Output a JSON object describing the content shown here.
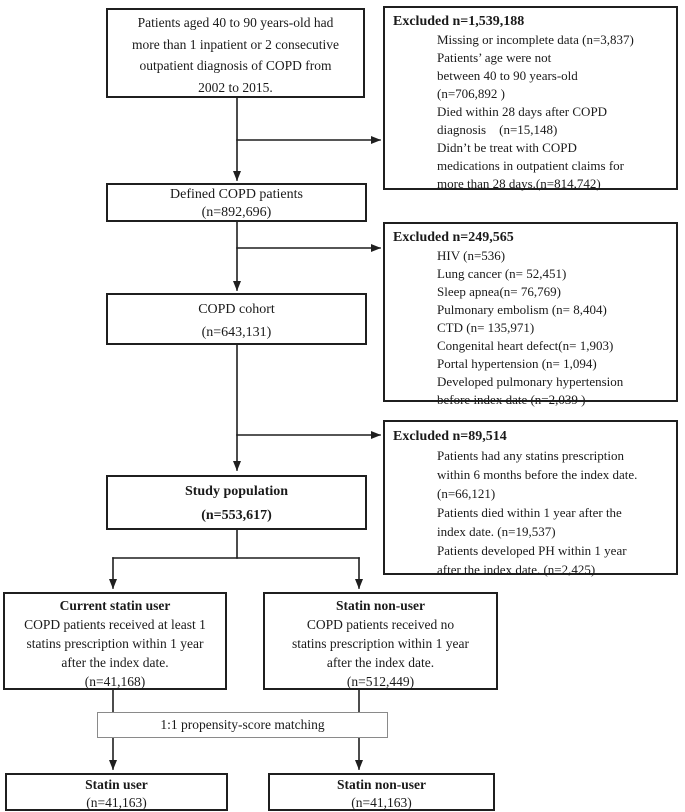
{
  "boxes": {
    "eligibility": {
      "lines": [
        "Patients aged 40 to 90 years-old had",
        "more than 1 inpatient or 2 consecutive",
        "outpatient diagnosis of COPD from",
        "2002 to 2015."
      ]
    },
    "defined": {
      "lines": [
        "Defined COPD patients",
        "(n=892,696)"
      ]
    },
    "cohort": {
      "lines": [
        "COPD cohort",
        "(n=643,131)"
      ]
    },
    "study": {
      "lines": [
        "Study population",
        "(n=553,617)"
      ]
    },
    "current_statin_user": {
      "title": "Current statin user",
      "lines": [
        "COPD patients received at least 1",
        "statins prescription within 1 year",
        "after the index date.",
        "(n=41,168)"
      ]
    },
    "statin_non_user": {
      "title": "Statin non-user",
      "lines": [
        "COPD patients received no",
        "statins prescription within 1 year",
        "after the index date.",
        "(n=512,449)"
      ]
    },
    "matching": {
      "label": "1:1 propensity-score matching"
    },
    "statin_user_final": {
      "title": "Statin user",
      "n": "(n=41,163)"
    },
    "statin_non_user_final": {
      "title": "Statin non-user",
      "n": "(n=41,163)"
    }
  },
  "excluded": {
    "step1": {
      "header": "Excluded n=1,539,188",
      "lines": [
        "Missing or incomplete data (n=3,837)",
        "Patients’ age were not",
        "between 40 to 90 years-old",
        "(n=706,892 )",
        "Died within 28 days after COPD",
        "diagnosis    (n=15,148)",
        "Didn’t be treat with COPD",
        "medications in outpatient claims for",
        "more than 28 days.(n=814,742)"
      ]
    },
    "step2": {
      "header": "Excluded n=249,565",
      "lines": [
        "HIV (n=536)",
        "Lung cancer (n= 52,451)",
        "Sleep apnea(n= 76,769)",
        "Pulmonary embolism (n= 8,404)",
        "CTD (n= 135,971)",
        "Congenital heart defect(n= 1,903)",
        "Portal hypertension (n= 1,094)",
        "Developed pulmonary hypertension",
        "before index date (n=2,039 )"
      ]
    },
    "step3": {
      "header": "Excluded n=89,514",
      "lines": [
        "Patients had any statins prescription",
        "within 6 months before the index date.",
        "(n=66,121)",
        "Patients died within 1 year after the",
        "index date. (n=19,537)",
        "Patients developed PH within 1 year",
        "after the index date. (n=2,425)"
      ]
    }
  },
  "colors": {
    "ink": "#1f1f1f",
    "matching_border": "#8a8a8a",
    "background": "#ffffff"
  }
}
